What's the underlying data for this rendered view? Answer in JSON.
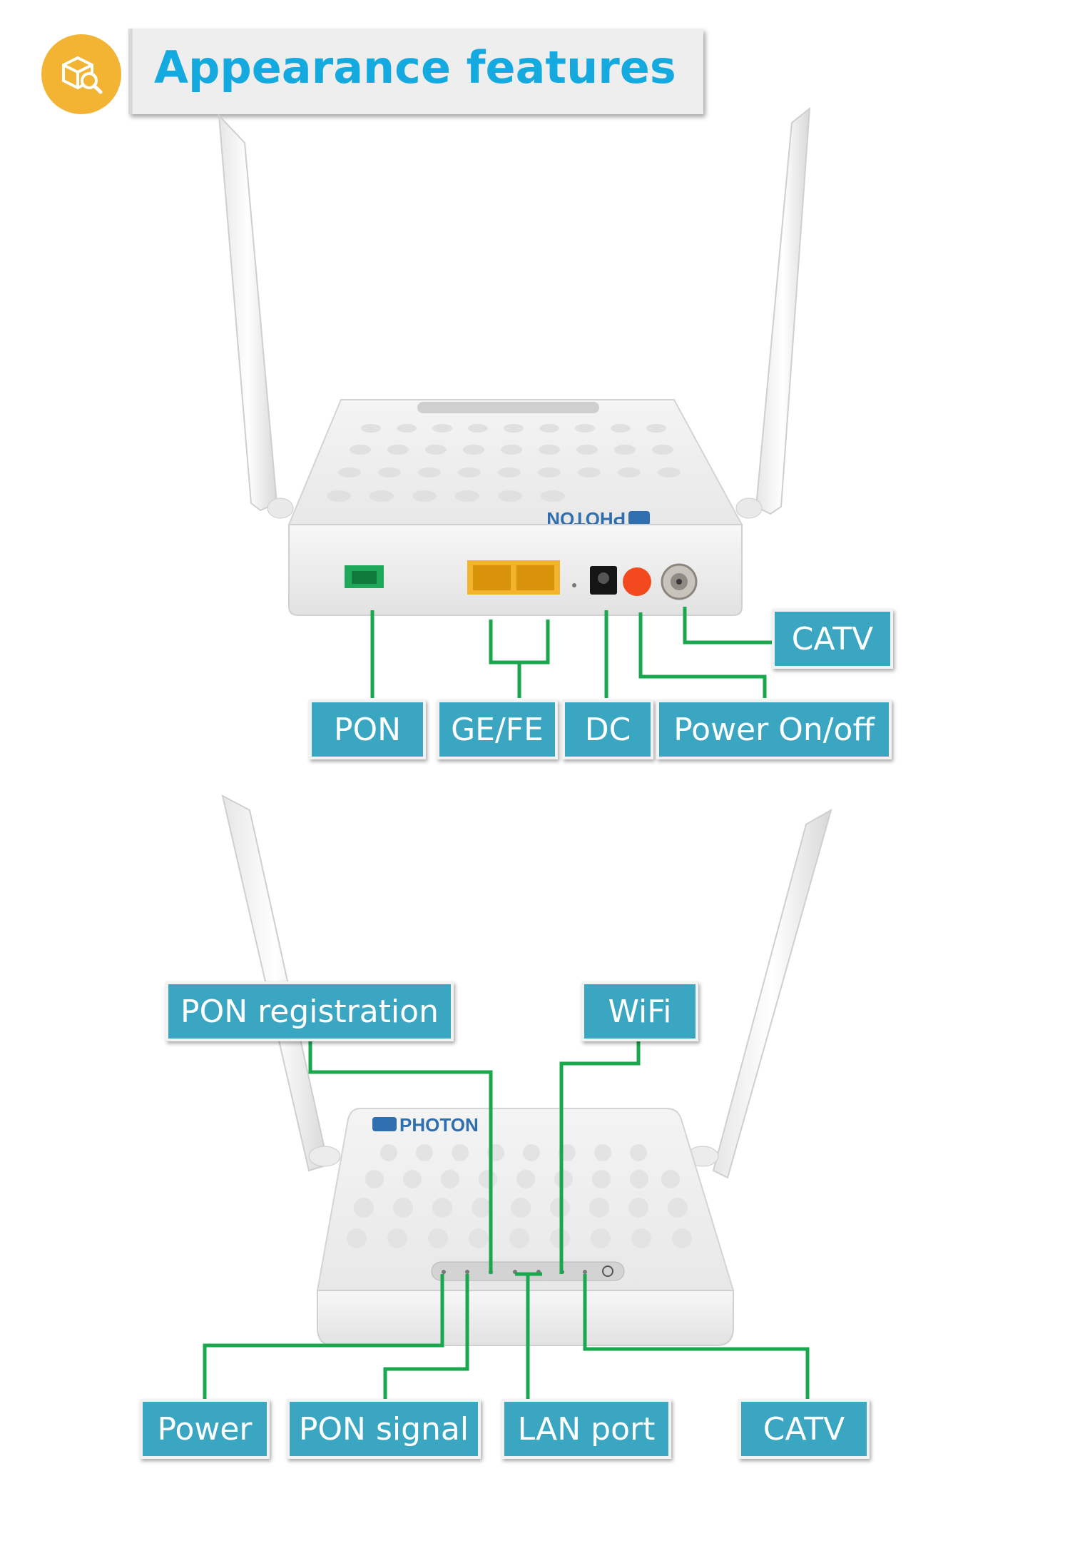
{
  "header": {
    "title": "Appearance features",
    "icon": "box-search-icon"
  },
  "rear_view": {
    "brand_logo_text": "PHOTON",
    "callouts": {
      "pon": "PON",
      "ge_fe": "GE/FE",
      "dc": "DC",
      "power_onoff": "Power On/off",
      "catv": "CATV"
    }
  },
  "front_view": {
    "brand_logo_text": "PHOTON",
    "callouts": {
      "pon_registration": "PON registration",
      "wifi": "WiFi",
      "power": "Power",
      "pon_signal": "PON signal",
      "lan_port": "LAN port",
      "catv": "CATV"
    }
  },
  "colors": {
    "title": "#14a9df",
    "callout_fill": "#3aa6c2",
    "leader_line": "#1aa84f",
    "icon_circle": "#f3b433"
  }
}
